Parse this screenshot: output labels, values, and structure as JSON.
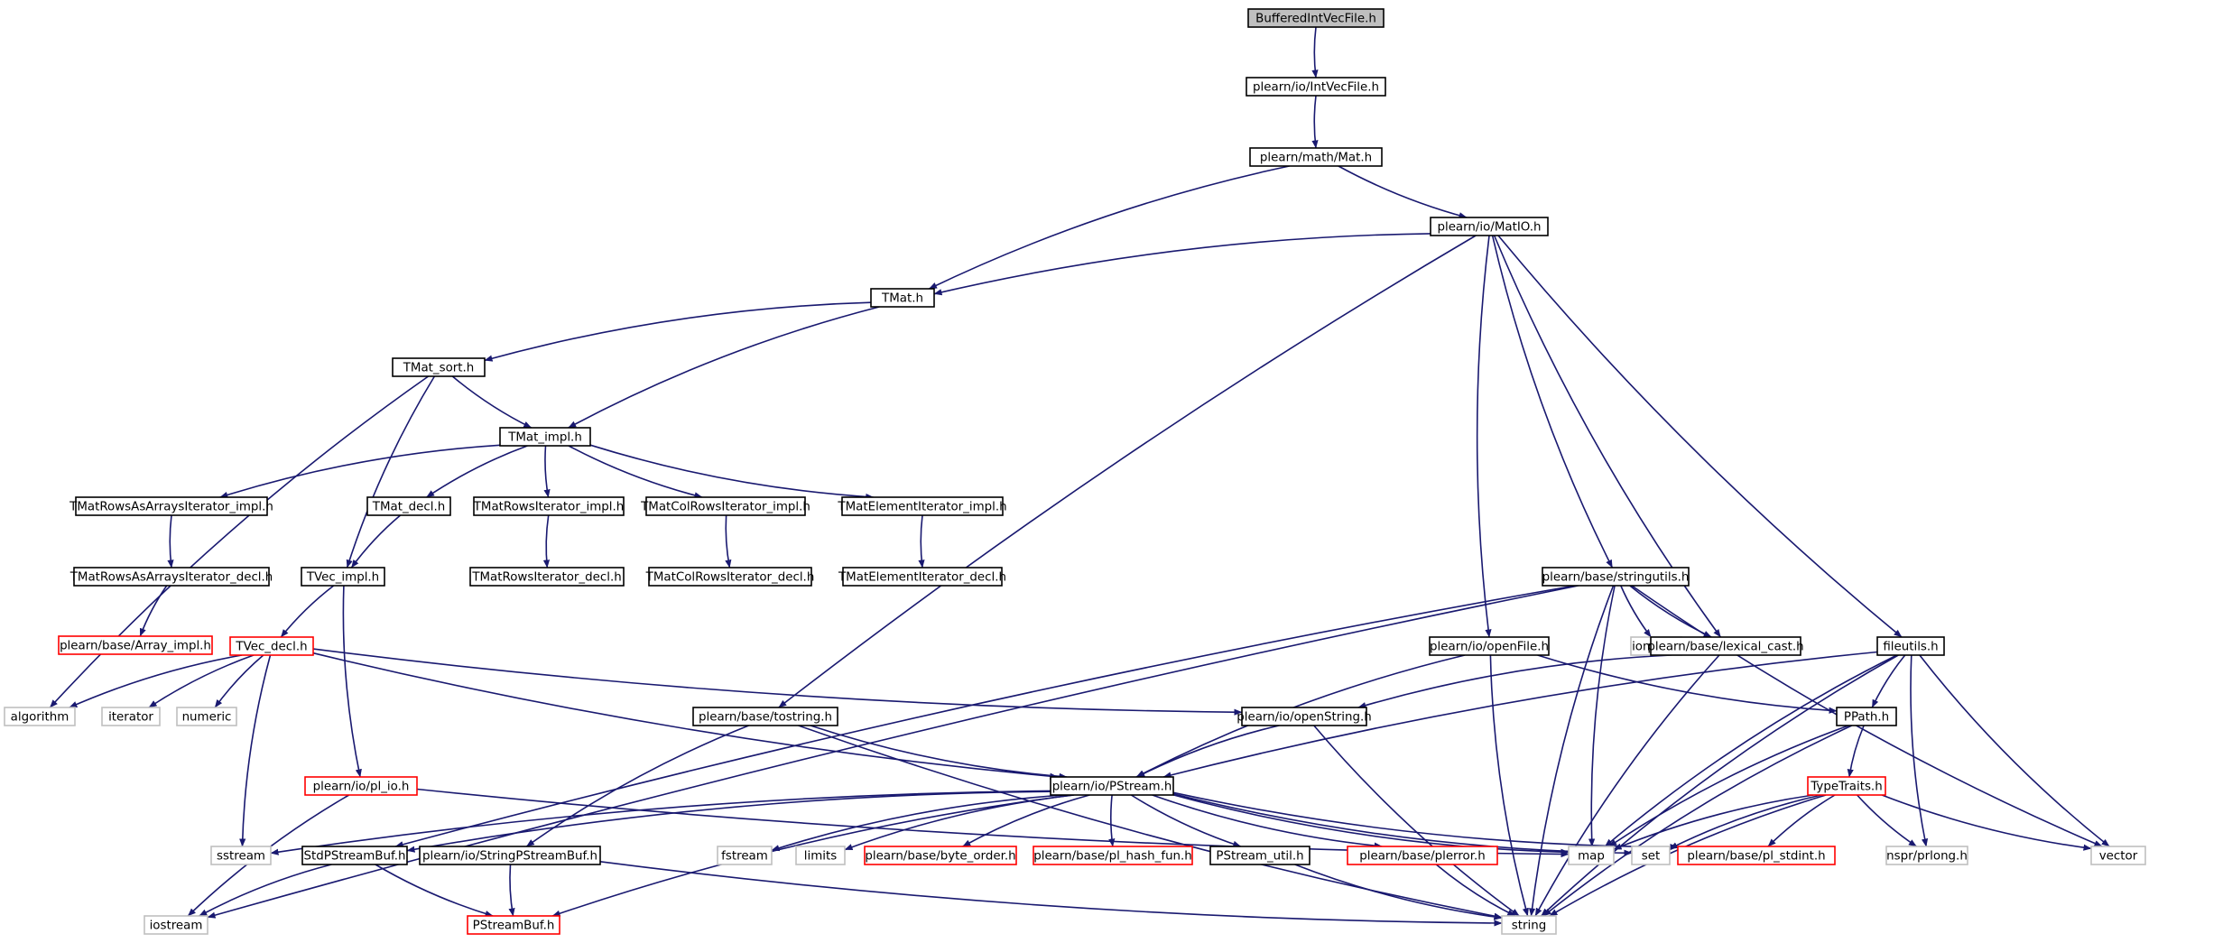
{
  "colors": {
    "edge": "#191970",
    "box_normal": "#000000",
    "box_truncated": "#ff0000",
    "box_external": "#bfbfbf",
    "box_root_fill": "#bfbfbf",
    "text": "#000000"
  },
  "nodes": [
    {
      "id": "root",
      "label": "BufferedIntVecFile.h",
      "kind": "root"
    },
    {
      "id": "intvecfile",
      "label": "plearn/io/IntVecFile.h",
      "kind": "normal"
    },
    {
      "id": "mat",
      "label": "plearn/math/Mat.h",
      "kind": "normal"
    },
    {
      "id": "matio",
      "label": "plearn/io/MatIO.h",
      "kind": "normal"
    },
    {
      "id": "tmat",
      "label": "TMat.h",
      "kind": "normal"
    },
    {
      "id": "tmat_sort",
      "label": "TMat_sort.h",
      "kind": "normal"
    },
    {
      "id": "tmat_impl",
      "label": "TMat_impl.h",
      "kind": "normal"
    },
    {
      "id": "rowsasarrays_impl",
      "label": "TMatRowsAsArraysIterator_impl.h",
      "kind": "normal"
    },
    {
      "id": "tmat_decl",
      "label": "TMat_decl.h",
      "kind": "normal"
    },
    {
      "id": "rowsiter_impl",
      "label": "TMatRowsIterator_impl.h",
      "kind": "normal"
    },
    {
      "id": "colrows_impl",
      "label": "TMatColRowsIterator_impl.h",
      "kind": "normal"
    },
    {
      "id": "elemiter_impl",
      "label": "TMatElementIterator_impl.h",
      "kind": "normal"
    },
    {
      "id": "rowsasarrays_decl",
      "label": "TMatRowsAsArraysIterator_decl.h",
      "kind": "normal"
    },
    {
      "id": "tvec_impl",
      "label": "TVec_impl.h",
      "kind": "normal"
    },
    {
      "id": "rowsiter_decl",
      "label": "TMatRowsIterator_decl.h",
      "kind": "normal"
    },
    {
      "id": "colrows_decl",
      "label": "TMatColRowsIterator_decl.h",
      "kind": "normal"
    },
    {
      "id": "elemiter_decl",
      "label": "TMatElementIterator_decl.h",
      "kind": "normal"
    },
    {
      "id": "array_impl",
      "label": "plearn/base/Array_impl.h",
      "kind": "truncated"
    },
    {
      "id": "tvec_decl",
      "label": "TVec_decl.h",
      "kind": "truncated"
    },
    {
      "id": "algorithm",
      "label": "algorithm",
      "kind": "external"
    },
    {
      "id": "iterator",
      "label": "iterator",
      "kind": "external"
    },
    {
      "id": "numeric",
      "label": "numeric",
      "kind": "external"
    },
    {
      "id": "pl_io",
      "label": "plearn/io/pl_io.h",
      "kind": "truncated"
    },
    {
      "id": "stringutils",
      "label": "plearn/base/stringutils.h",
      "kind": "normal"
    },
    {
      "id": "iomanip",
      "label": "iomanip",
      "kind": "external"
    },
    {
      "id": "openfile",
      "label": "plearn/io/openFile.h",
      "kind": "normal"
    },
    {
      "id": "lexical_cast",
      "label": "plearn/base/lexical_cast.h",
      "kind": "normal"
    },
    {
      "id": "fileutils",
      "label": "fileutils.h",
      "kind": "normal"
    },
    {
      "id": "tostring",
      "label": "plearn/base/tostring.h",
      "kind": "normal"
    },
    {
      "id": "openstring",
      "label": "plearn/io/openString.h",
      "kind": "normal"
    },
    {
      "id": "ppath",
      "label": "PPath.h",
      "kind": "normal"
    },
    {
      "id": "pstream",
      "label": "plearn/io/PStream.h",
      "kind": "normal"
    },
    {
      "id": "typetraits",
      "label": "TypeTraits.h",
      "kind": "truncated"
    },
    {
      "id": "sstream",
      "label": "sstream",
      "kind": "external"
    },
    {
      "id": "stdpstreambuf",
      "label": "StdPStreamBuf.h",
      "kind": "normal"
    },
    {
      "id": "stringpstreambuf",
      "label": "plearn/io/StringPStreamBuf.h",
      "kind": "normal"
    },
    {
      "id": "fstream",
      "label": "fstream",
      "kind": "external"
    },
    {
      "id": "limits",
      "label": "limits",
      "kind": "external"
    },
    {
      "id": "byte_order",
      "label": "plearn/base/byte_order.h",
      "kind": "truncated"
    },
    {
      "id": "pl_hash_fun",
      "label": "plearn/base/pl_hash_fun.h",
      "kind": "truncated"
    },
    {
      "id": "pstream_util",
      "label": "PStream_util.h",
      "kind": "normal"
    },
    {
      "id": "plerror",
      "label": "plearn/base/plerror.h",
      "kind": "truncated"
    },
    {
      "id": "map",
      "label": "map",
      "kind": "external"
    },
    {
      "id": "set",
      "label": "set",
      "kind": "external"
    },
    {
      "id": "pl_stdint",
      "label": "plearn/base/pl_stdint.h",
      "kind": "truncated"
    },
    {
      "id": "prlong",
      "label": "nspr/prlong.h",
      "kind": "external"
    },
    {
      "id": "vector",
      "label": "vector",
      "kind": "external"
    },
    {
      "id": "iostream",
      "label": "iostream",
      "kind": "external"
    },
    {
      "id": "pstreambuf",
      "label": "PStreamBuf.h",
      "kind": "truncated"
    },
    {
      "id": "string",
      "label": "string",
      "kind": "external"
    }
  ],
  "edges": [
    [
      "root",
      "intvecfile"
    ],
    [
      "intvecfile",
      "mat"
    ],
    [
      "mat",
      "tmat"
    ],
    [
      "mat",
      "matio"
    ],
    [
      "matio",
      "tmat"
    ],
    [
      "matio",
      "tostring"
    ],
    [
      "matio",
      "openfile"
    ],
    [
      "matio",
      "stringutils"
    ],
    [
      "matio",
      "lexical_cast"
    ],
    [
      "matio",
      "fileutils"
    ],
    [
      "tmat",
      "tmat_sort"
    ],
    [
      "tmat",
      "tmat_impl"
    ],
    [
      "tmat_sort",
      "tmat_impl"
    ],
    [
      "tmat_sort",
      "algorithm"
    ],
    [
      "tmat_sort",
      "tvec_impl"
    ],
    [
      "tmat_impl",
      "rowsasarrays_impl"
    ],
    [
      "tmat_impl",
      "tmat_decl"
    ],
    [
      "tmat_impl",
      "rowsiter_impl"
    ],
    [
      "tmat_impl",
      "colrows_impl"
    ],
    [
      "tmat_impl",
      "elemiter_impl"
    ],
    [
      "rowsasarrays_impl",
      "rowsasarrays_decl"
    ],
    [
      "rowsasarrays_decl",
      "array_impl"
    ],
    [
      "tmat_decl",
      "tvec_impl"
    ],
    [
      "rowsiter_impl",
      "rowsiter_decl"
    ],
    [
      "colrows_impl",
      "colrows_decl"
    ],
    [
      "elemiter_impl",
      "elemiter_decl"
    ],
    [
      "tvec_impl",
      "tvec_decl"
    ],
    [
      "tvec_impl",
      "pl_io"
    ],
    [
      "tvec_decl",
      "algorithm"
    ],
    [
      "tvec_decl",
      "iterator"
    ],
    [
      "tvec_decl",
      "numeric"
    ],
    [
      "tvec_decl",
      "sstream"
    ],
    [
      "tvec_decl",
      "openstring"
    ],
    [
      "tvec_decl",
      "pstream"
    ],
    [
      "pl_io",
      "iostream"
    ],
    [
      "pl_io",
      "map"
    ],
    [
      "stringutils",
      "iostream"
    ],
    [
      "stringutils",
      "stdpstreambuf"
    ],
    [
      "stringutils",
      "iomanip"
    ],
    [
      "stringutils",
      "lexical_cast"
    ],
    [
      "stringutils",
      "map"
    ],
    [
      "stringutils",
      "vector"
    ],
    [
      "stringutils",
      "string"
    ],
    [
      "openfile",
      "pstream"
    ],
    [
      "openfile",
      "ppath"
    ],
    [
      "openfile",
      "string"
    ],
    [
      "lexical_cast",
      "openstring"
    ],
    [
      "lexical_cast",
      "string"
    ],
    [
      "fileutils",
      "pstream"
    ],
    [
      "fileutils",
      "ppath"
    ],
    [
      "fileutils",
      "map"
    ],
    [
      "fileutils",
      "prlong"
    ],
    [
      "fileutils",
      "vector"
    ],
    [
      "fileutils",
      "string"
    ],
    [
      "tostring",
      "pstream"
    ],
    [
      "tostring",
      "stringpstreambuf"
    ],
    [
      "tostring",
      "string"
    ],
    [
      "openstring",
      "pstream"
    ],
    [
      "openstring",
      "string"
    ],
    [
      "ppath",
      "typetraits"
    ],
    [
      "ppath",
      "map"
    ],
    [
      "ppath",
      "string"
    ],
    [
      "typetraits",
      "map"
    ],
    [
      "typetraits",
      "set"
    ],
    [
      "typetraits",
      "pl_stdint"
    ],
    [
      "typetraits",
      "prlong"
    ],
    [
      "typetraits",
      "vector"
    ],
    [
      "typetraits",
      "string"
    ],
    [
      "pstream",
      "sstream"
    ],
    [
      "pstream",
      "stdpstreambuf"
    ],
    [
      "pstream",
      "fstream"
    ],
    [
      "pstream",
      "limits"
    ],
    [
      "pstream",
      "byte_order"
    ],
    [
      "pstream",
      "pl_hash_fun"
    ],
    [
      "pstream",
      "pstream_util"
    ],
    [
      "pstream",
      "plerror"
    ],
    [
      "pstream",
      "map"
    ],
    [
      "pstream",
      "set"
    ],
    [
      "pstream",
      "pl_stdint"
    ],
    [
      "pstream",
      "pstreambuf"
    ],
    [
      "stdpstreambuf",
      "iostream"
    ],
    [
      "stdpstreambuf",
      "pstreambuf"
    ],
    [
      "stringpstreambuf",
      "pstreambuf"
    ],
    [
      "stringpstreambuf",
      "string"
    ],
    [
      "pstream_util",
      "string"
    ],
    [
      "plerror",
      "string"
    ]
  ]
}
